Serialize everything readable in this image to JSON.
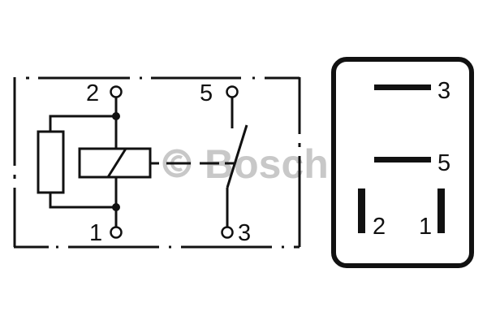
{
  "watermark": {
    "copyright_symbol": "©",
    "brand": "Bosch",
    "color": "#c8c8c8"
  },
  "schematic": {
    "terminals": [
      {
        "id": "2",
        "label": "2",
        "role": "coil-input"
      },
      {
        "id": "1",
        "label": "1",
        "role": "coil-ground"
      },
      {
        "id": "5",
        "label": "5",
        "role": "switch-contact"
      },
      {
        "id": "3",
        "label": "3",
        "role": "switch-common"
      }
    ],
    "components": [
      "resistor",
      "relay-coil",
      "normally-open-switch"
    ],
    "line_color": "#111111"
  },
  "pinout": {
    "pins": [
      {
        "label": "3",
        "orientation": "horizontal"
      },
      {
        "label": "5",
        "orientation": "horizontal"
      },
      {
        "label": "2",
        "orientation": "vertical"
      },
      {
        "label": "1",
        "orientation": "vertical"
      }
    ]
  }
}
